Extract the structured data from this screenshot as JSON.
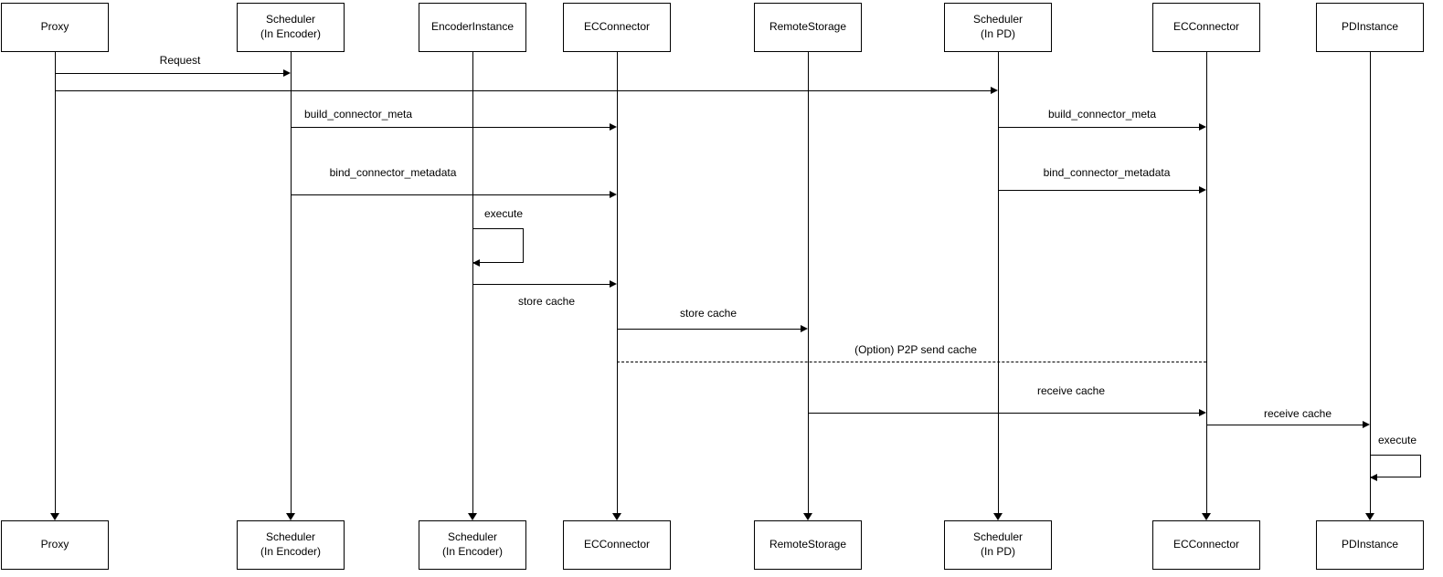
{
  "diagram": {
    "type": "sequence",
    "colors": {
      "line": "#000000",
      "box-border": "#000000",
      "box-fill": "#ffffff",
      "background": "#ffffff",
      "text": "#000000"
    },
    "actors": [
      {
        "top_label": "Proxy",
        "bottom_label": "Proxy"
      },
      {
        "top_label": "Scheduler\n(In Encoder)",
        "bottom_label": "Scheduler\n(In Encoder)"
      },
      {
        "top_label": "EncoderInstance",
        "bottom_label": "Scheduler\n(In Encoder)"
      },
      {
        "top_label": "ECConnector",
        "bottom_label": "ECConnector"
      },
      {
        "top_label": "RemoteStorage",
        "bottom_label": "RemoteStorage"
      },
      {
        "top_label": "Scheduler\n(In PD)",
        "bottom_label": "Scheduler\n(In PD)"
      },
      {
        "top_label": "ECConnector",
        "bottom_label": "ECConnector"
      },
      {
        "top_label": "PDInstance",
        "bottom_label": "PDInstance"
      }
    ],
    "messages": [
      {
        "label": "Request",
        "from": "Proxy",
        "to": "Scheduler (In Encoder)",
        "style": "solid"
      },
      {
        "label": "",
        "from": "Proxy",
        "to": "Scheduler (In PD)",
        "style": "solid"
      },
      {
        "label": "build_connector_meta",
        "from": "Scheduler (In Encoder)",
        "to": "ECConnector",
        "style": "solid"
      },
      {
        "label": "build_connector_meta",
        "from": "Scheduler (In PD)",
        "to": "ECConnector",
        "style": "solid"
      },
      {
        "label": "bind_connector_metadata",
        "from": "Scheduler (In Encoder)",
        "to": "ECConnector",
        "style": "solid"
      },
      {
        "label": "bind_connector_metadata",
        "from": "Scheduler (In PD)",
        "to": "ECConnector",
        "style": "solid"
      },
      {
        "label": "execute",
        "from": "EncoderInstance",
        "to": "EncoderInstance",
        "style": "self"
      },
      {
        "label": "store cache",
        "from": "EncoderInstance",
        "to": "ECConnector",
        "style": "solid"
      },
      {
        "label": "store cache",
        "from": "ECConnector",
        "to": "RemoteStorage",
        "style": "solid"
      },
      {
        "label": "(Option) P2P send cache",
        "from": "ECConnector",
        "to": "ECConnector",
        "style": "dashed"
      },
      {
        "label": "receive cache",
        "from": "RemoteStorage",
        "to": "ECConnector",
        "style": "solid"
      },
      {
        "label": "receive cache",
        "from": "ECConnector",
        "to": "PDInstance",
        "style": "solid"
      },
      {
        "label": "execute",
        "from": "PDInstance",
        "to": "PDInstance",
        "style": "self"
      }
    ]
  }
}
